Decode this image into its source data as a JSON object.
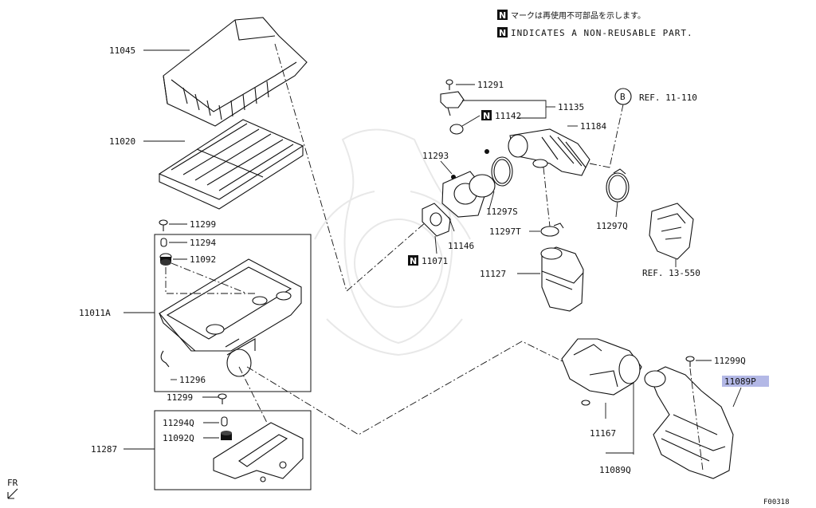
{
  "notes": {
    "badge": "N",
    "japanese": "マークは再使用不可部品を示します。",
    "english": "INDICATES A NON-REUSABLE PART."
  },
  "parts": {
    "p11045": "11045",
    "p11020": "11020",
    "p11299a": "11299",
    "p11294": "11294",
    "p11092": "11092",
    "p11011A": "11011A",
    "p11296": "11296",
    "p11299b": "11299",
    "p11294Q": "11294Q",
    "p11092Q": "11092Q",
    "p11287": "11287",
    "p11291": "11291",
    "p11135": "11135",
    "p11142": "11142",
    "p11184": "11184",
    "p11293": "11293",
    "p11297S": "11297S",
    "p11297T": "11297T",
    "p11146": "11146",
    "p11071": "11071",
    "p11127": "11127",
    "p11297Q": "11297Q",
    "ref_b_circle": "B",
    "ref_11110": "REF. 11-110",
    "ref_13550": "REF. 13-550",
    "p11299Q": "11299Q",
    "p11089P": "11089P",
    "p11167": "11167",
    "p11089Q": "11089Q"
  },
  "corner": {
    "direction": "FR",
    "figure_code": "F00318"
  },
  "colors": {
    "highlight": "#b3b8e6",
    "ink": "#111111"
  }
}
